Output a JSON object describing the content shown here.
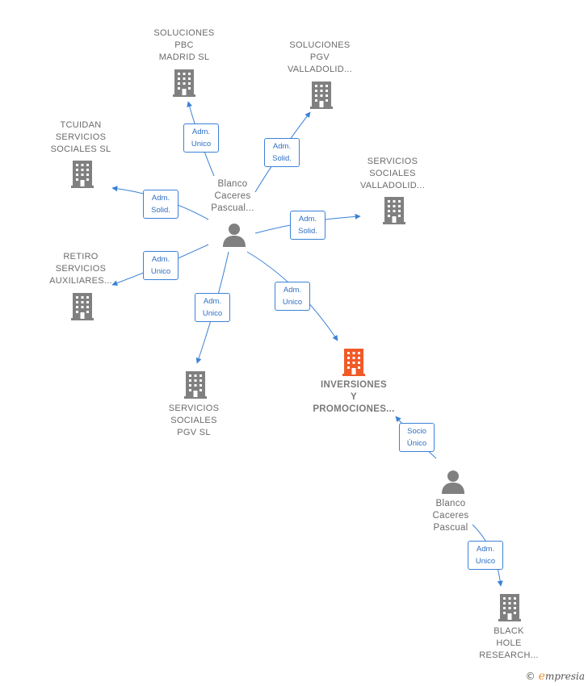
{
  "diagram": {
    "center_person": {
      "label": "Blanco\nCaceres\nPascual..."
    },
    "second_person": {
      "label": "Blanco\nCaceres\nPascual"
    },
    "companies": {
      "soluciones_pbc": "SOLUCIONES\nPBC\nMADRID  SL",
      "soluciones_pgv": "SOLUCIONES\nPGV\nVALLADOLID...",
      "tcuidan": "TCUIDAN\nSERVICIOS\nSOCIALES  SL",
      "servicios_valladolid": "SERVICIOS\nSOCIALES\nVALLADOLID...",
      "retiro": "RETIRO\nSERVICIOS\nAUXILIARES...",
      "servicios_pgv": "SERVICIOS\nSOCIALES\nPGV SL",
      "inversiones": "INVERSIONES\nY\nPROMOCIONES...",
      "black_hole": "BLACK\nHOLE\nRESEARCH..."
    },
    "edges": {
      "e_pbc": "Adm.\nUnico",
      "e_pgv": "Adm.\nSolid.",
      "e_tcuidan": "Adm.\nSolid.",
      "e_valladolid": "Adm.\nSolid.",
      "e_retiro": "Adm.\nUnico",
      "e_servpgv": "Adm.\nUnico",
      "e_inversiones": "Adm.\nUnico",
      "e_socio": "Socio\nÚnico",
      "e_blackhole": "Adm.\nUnico"
    },
    "colors": {
      "line": "#3b82d6",
      "icon": "#808080",
      "focus_icon": "#f05a28"
    }
  },
  "footer": {
    "copyright_symbol": "©",
    "brand_initial": "e",
    "brand_rest": "mpresia"
  }
}
